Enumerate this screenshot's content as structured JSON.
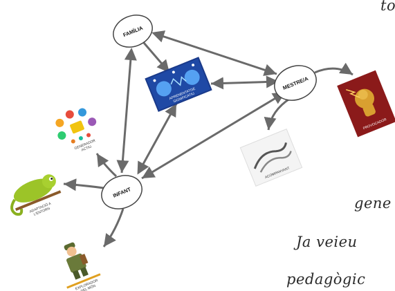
{
  "nodes": {
    "familia": "FAMÍLIA",
    "mestra": "MESTRE/A",
    "infant": "INFANT"
  },
  "captions": {
    "aprenentatge_l1": "APRENENTATGE",
    "aprenentatge_l2": "SIGNIFICATIU",
    "provocador": "PROVOCADOR",
    "acompanyant": "ACOMPANYANT",
    "generador_l1": "GENERADOR",
    "generador_l2": "ACTIU",
    "adaptacio_l1": "ADAPTACIÓ A",
    "adaptacio_l2": "L'ENTORN",
    "explorador_l1": "EXPLORADOR",
    "explorador_l2": "DEL MÓN"
  },
  "side_text": {
    "line1": "to",
    "line2": "gene",
    "line3": "Ja  veieu",
    "line4": "pedagògic"
  },
  "colors": {
    "node_stroke": "#444444",
    "arrow": "#6a6a6a",
    "aprenentatge_bg": "#1a3a8a",
    "provocador_bg": "#8b1a1a",
    "chameleon": "#9cc428"
  }
}
